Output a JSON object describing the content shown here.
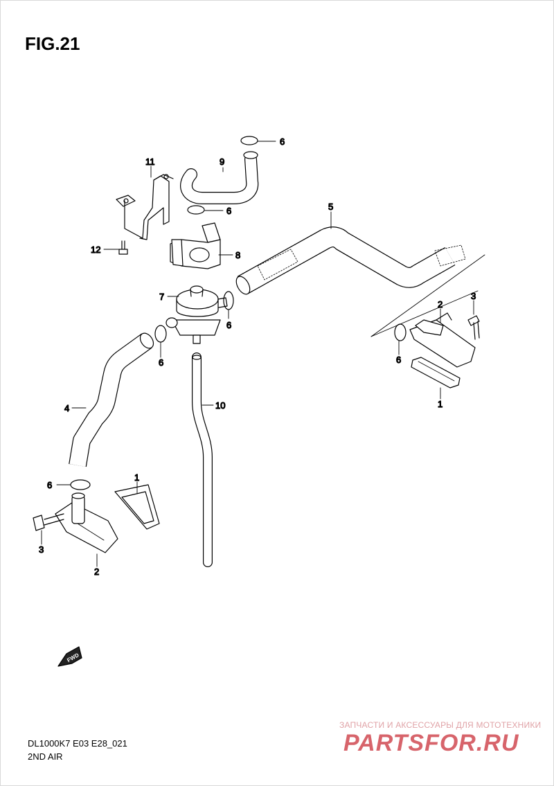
{
  "figure": {
    "title": "FIG.21",
    "model_code": "DL1000K7 E03 E28_021",
    "section_name": "2ND AIR"
  },
  "parts": [
    {
      "ref": "1"
    },
    {
      "ref": "2"
    },
    {
      "ref": "3"
    },
    {
      "ref": "4"
    },
    {
      "ref": "5"
    },
    {
      "ref": "6"
    },
    {
      "ref": "7"
    },
    {
      "ref": "8"
    },
    {
      "ref": "9"
    },
    {
      "ref": "10"
    },
    {
      "ref": "11"
    },
    {
      "ref": "12"
    }
  ],
  "callouts": [
    {
      "ref": "6"
    },
    {
      "ref": "9"
    },
    {
      "ref": "11"
    },
    {
      "ref": "6"
    },
    {
      "ref": "5"
    },
    {
      "ref": "12"
    },
    {
      "ref": "8"
    },
    {
      "ref": "7"
    },
    {
      "ref": "6"
    },
    {
      "ref": "6"
    },
    {
      "ref": "2"
    },
    {
      "ref": "3"
    },
    {
      "ref": "6"
    },
    {
      "ref": "1"
    },
    {
      "ref": "4"
    },
    {
      "ref": "10"
    },
    {
      "ref": "1"
    },
    {
      "ref": "6"
    },
    {
      "ref": "3"
    },
    {
      "ref": "2"
    }
  ],
  "fwd_icon": {
    "label": "FWD",
    "icon": "fwd-arrow-icon"
  },
  "watermark": {
    "tagline": "ЗАПЧАСТИ И АКСЕССУАРЫ ДЛЯ МОТОТЕХНИКИ",
    "brand": "PARTSFOR.RU",
    "color": "#d7646b"
  }
}
